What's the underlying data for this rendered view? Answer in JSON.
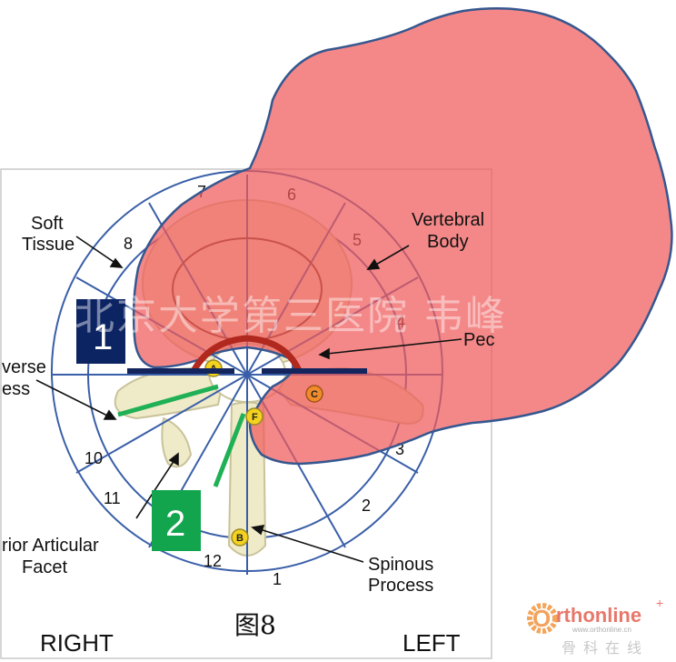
{
  "labels": {
    "soft_tissue": [
      "Soft",
      "Tissue"
    ],
    "vertebral_body": [
      "Vertebral",
      "Body"
    ],
    "pedicle": "Pec",
    "transverse_process": [
      "verse",
      "ess"
    ],
    "inferior_articular_facet": [
      "rior Articular",
      "Facet"
    ],
    "spinous_process": [
      "Spinous",
      "Process"
    ],
    "right": "RIGHT",
    "left": "LEFT"
  },
  "zones": [
    "1",
    "2",
    "3",
    "4",
    "5",
    "6",
    "7",
    "8",
    "10",
    "11",
    "12"
  ],
  "landmarks": [
    "A",
    "B",
    "C",
    "F"
  ],
  "markers": [
    {
      "label": "1",
      "color": "#0d2463"
    },
    {
      "label": "2",
      "color": "#12a54e"
    }
  ],
  "figure_caption": "图8",
  "watermark": "北京大学第三医院 韦峰",
  "logo": {
    "brand": "rthonline",
    "letter": "O",
    "url": "www.orthonline.cn",
    "chinese": "骨科在线"
  },
  "colors": {
    "overlay": "#f05a5a",
    "overlay_stroke": "#35578f",
    "grid_line": "#3a5fa8",
    "bone": "#efeac8",
    "landmark": "#f4d21f",
    "marker_line_1": "#14255e",
    "marker_line_2": "#20b055"
  }
}
